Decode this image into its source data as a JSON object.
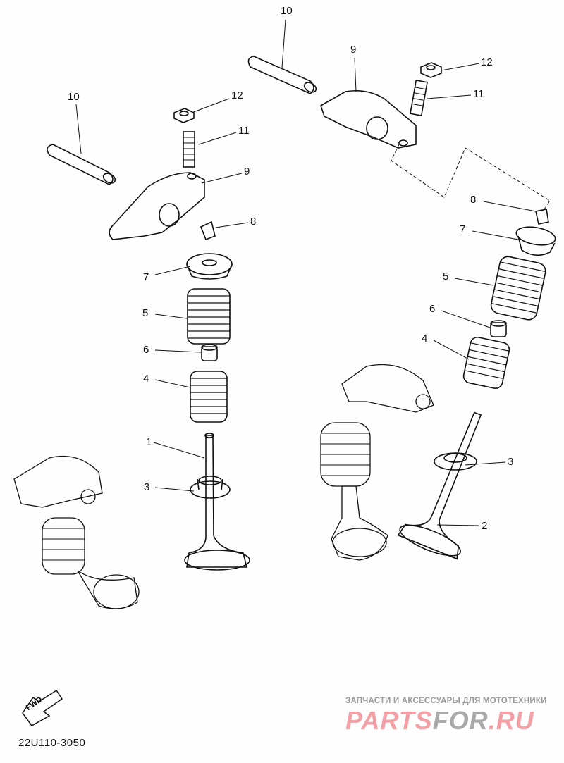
{
  "diagram": {
    "title_code": "22U110-3050",
    "fwd_label": "FWD",
    "callouts_left": [
      "10",
      "12",
      "11",
      "9",
      "8",
      "7",
      "5",
      "6",
      "4",
      "1",
      "3"
    ],
    "callouts_right": [
      "10",
      "9",
      "12",
      "11",
      "8",
      "7",
      "5",
      "6",
      "4",
      "3",
      "2"
    ]
  },
  "watermark": {
    "tagline": "ЗАПЧАСТИ И АКСЕССУАРЫ ДЛЯ МОТОТЕХНИКИ",
    "brand_a": "PARTS",
    "brand_b": "FOR",
    "brand_c": ".RU"
  }
}
